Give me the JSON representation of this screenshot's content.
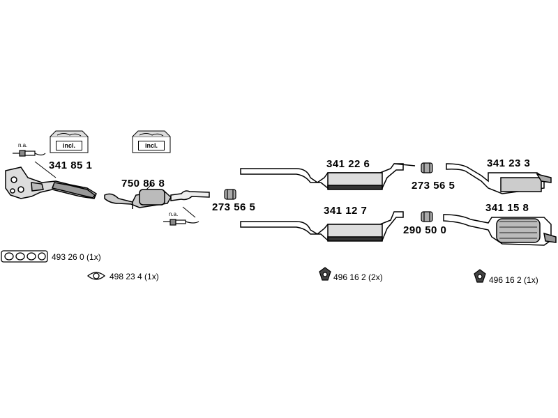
{
  "parts": {
    "p341851": "341 85 1",
    "p750868": "750 86 8",
    "p273565a": "273 56 5",
    "p341226": "341 22 6",
    "p273565b": "273 56 5",
    "p341233": "341 23 3",
    "p341127": "341 12 7",
    "p290500": "290 50 0",
    "p341158": "341 15 8"
  },
  "gaskets": {
    "g493260": "493 26 0 (1x)",
    "g498234": "498 23 4 (1x)",
    "h496162a": "496 16 2 (2x)",
    "h496162b": "496 16 2 (1x)"
  },
  "notes": {
    "na1": "n.a.",
    "na2": "n.a.",
    "incl1": "incl.",
    "incl2": "incl."
  }
}
